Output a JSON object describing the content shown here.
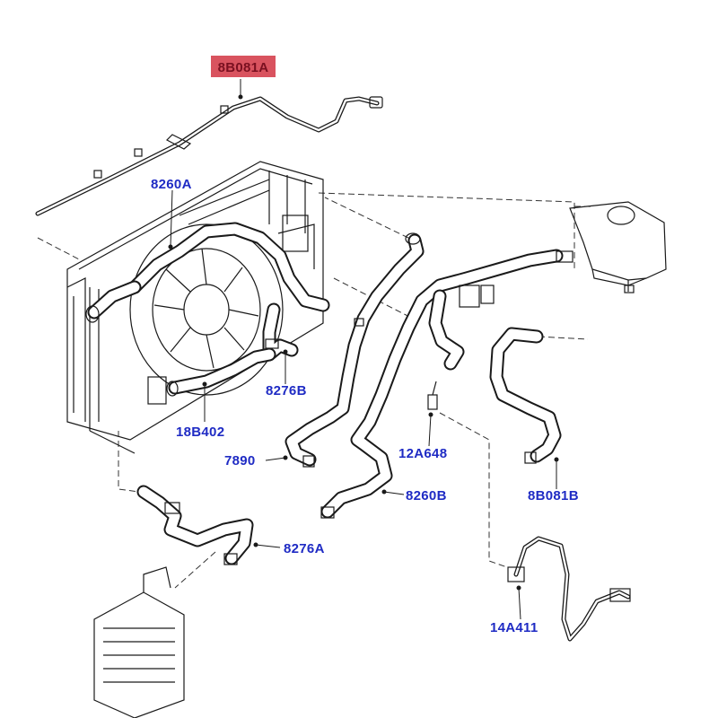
{
  "colors": {
    "callout_text": "#1f2bc4",
    "callout_highlight_bg": "#d9535f",
    "callout_highlight_text": "#7a1020",
    "line_art": "#1a1a1a"
  },
  "callouts": [
    {
      "id": "8B081A",
      "label": "8B081A",
      "highlighted": true
    },
    {
      "id": "8260A",
      "label": "8260A"
    },
    {
      "id": "8276B",
      "label": "8276B"
    },
    {
      "id": "18B402",
      "label": "18B402"
    },
    {
      "id": "7890",
      "label": "7890"
    },
    {
      "id": "12A648",
      "label": "12A648"
    },
    {
      "id": "8260B",
      "label": "8260B"
    },
    {
      "id": "8B081B",
      "label": "8B081B"
    },
    {
      "id": "8276A",
      "label": "8276A"
    },
    {
      "id": "14A411",
      "label": "14A411"
    }
  ]
}
